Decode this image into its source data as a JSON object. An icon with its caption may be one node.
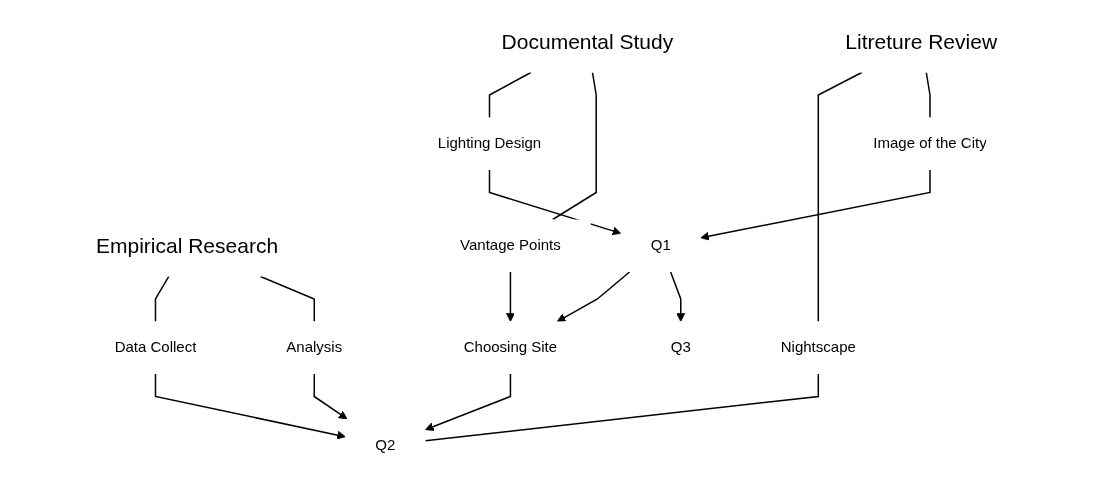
{
  "diagram": {
    "nodes": [
      {
        "text": [
          "Litreture Review"
        ]
      },
      {
        "text": [
          "Documental Study"
        ]
      },
      {
        "text": [
          "Empirical Research"
        ]
      },
      {
        "text": [
          "Nightscape"
        ]
      },
      {
        "text": [
          "Image of the City"
        ]
      },
      {
        "text": [
          "Lighting Design"
        ]
      },
      {
        "text": [
          "Vantage Points"
        ]
      },
      {
        "text": [
          "Data Collect"
        ]
      },
      {
        "text": [
          "Analysis"
        ]
      },
      {
        "text": [
          "Q1"
        ]
      },
      {
        "text": [
          "Choosing Site"
        ]
      },
      {
        "text": [
          "Q2"
        ]
      },
      {
        "text": [
          "Q3"
        ]
      }
    ],
    "edges": [
      {
        "from": 0,
        "to": 3,
        "arrow": "none"
      },
      {
        "from": 0,
        "to": 4,
        "arrow": "none"
      },
      {
        "from": 1,
        "to": 5,
        "arrow": "none"
      },
      {
        "from": 1,
        "to": 6,
        "arrow": "none"
      },
      {
        "from": 2,
        "to": 7,
        "arrow": "none"
      },
      {
        "from": 2,
        "to": 8,
        "arrow": "none"
      },
      {
        "from": 4,
        "to": 9,
        "arrow": "to"
      },
      {
        "from": 5,
        "to": 9,
        "arrow": "to"
      },
      {
        "from": 6,
        "to": 10,
        "arrow": "to"
      },
      {
        "from": 9,
        "to": 10,
        "arrow": "to"
      },
      {
        "from": 10,
        "to": 11,
        "arrow": "to"
      },
      {
        "from": 7,
        "to": 11,
        "arrow": "to"
      },
      {
        "from": 8,
        "to": 11,
        "arrow": "to"
      },
      {
        "from": 3,
        "to": 11,
        "arrow": "none"
      },
      {
        "from": 9,
        "to": 12,
        "arrow": "to"
      }
    ]
  }
}
